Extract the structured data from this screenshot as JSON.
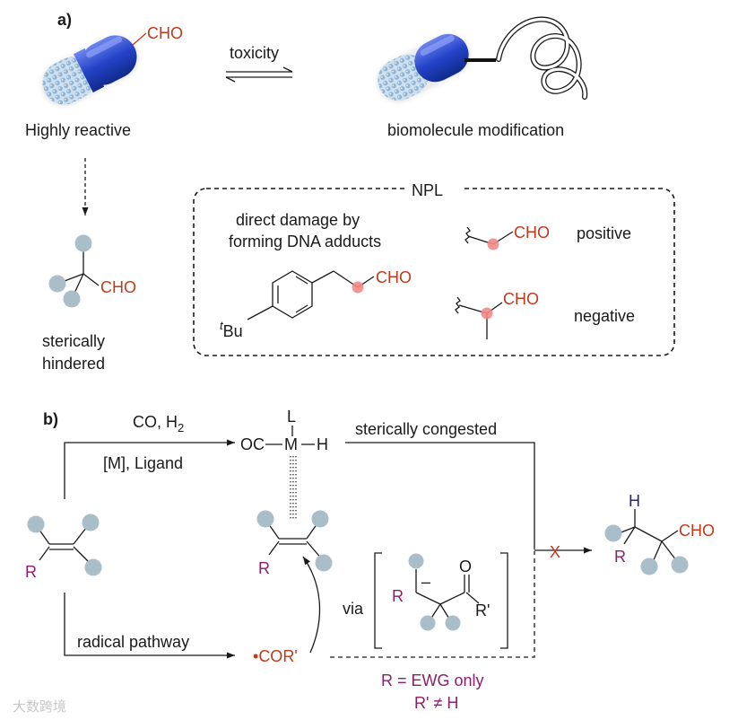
{
  "panel_a": {
    "label": "a)",
    "capsule_group": "CHO",
    "arrow_label": "toxicity",
    "left_caption": "Highly reactive",
    "right_caption": "biomolecule modification",
    "hindered_group": "CHO",
    "hindered_caption_1": "sterically",
    "hindered_caption_2": "hindered",
    "npl": {
      "title": "NPL",
      "text_1": "direct damage by",
      "text_2": "forming DNA adducts",
      "tbu_sup": "t",
      "tbu_main": "Bu",
      "mol_cho": "CHO",
      "pos_cho": "CHO",
      "pos_label": "positive",
      "neg_cho": "CHO",
      "neg_label": "negative"
    }
  },
  "panel_b": {
    "label": "b)",
    "reagent_1_main": "CO, H",
    "reagent_1_sub": "2",
    "reagent_2": "[M], Ligand",
    "complex_L": "L",
    "complex_OC": "OC",
    "complex_M": "M",
    "complex_H": "H",
    "congested": "sterically congested",
    "alkene_R": "R",
    "alkene_R_2": "R",
    "radical_label": "radical pathway",
    "radical_dot": "•",
    "radical_species": "COR'",
    "via": "via",
    "int_R": "R",
    "int_minus": "–",
    "int_O": "O",
    "int_Rp": "R'",
    "blocked_x": "X",
    "product_H": "H",
    "product_R": "R",
    "product_cho": "CHO",
    "cond_1": "R = EWG only",
    "cond_2_a": "R' ",
    "cond_2_neq": "≠",
    "cond_2_b": " H"
  },
  "watermark": "大数跨境",
  "colors": {
    "aldehyde_red": "#c0391b",
    "substituent_purple": "#8a1f6e",
    "hydrogen_blue": "#26267a",
    "sphere_gray": "#a9bec8",
    "highlight_pink": "#f08a8a",
    "capsule_blue": "#1f3fbf"
  }
}
